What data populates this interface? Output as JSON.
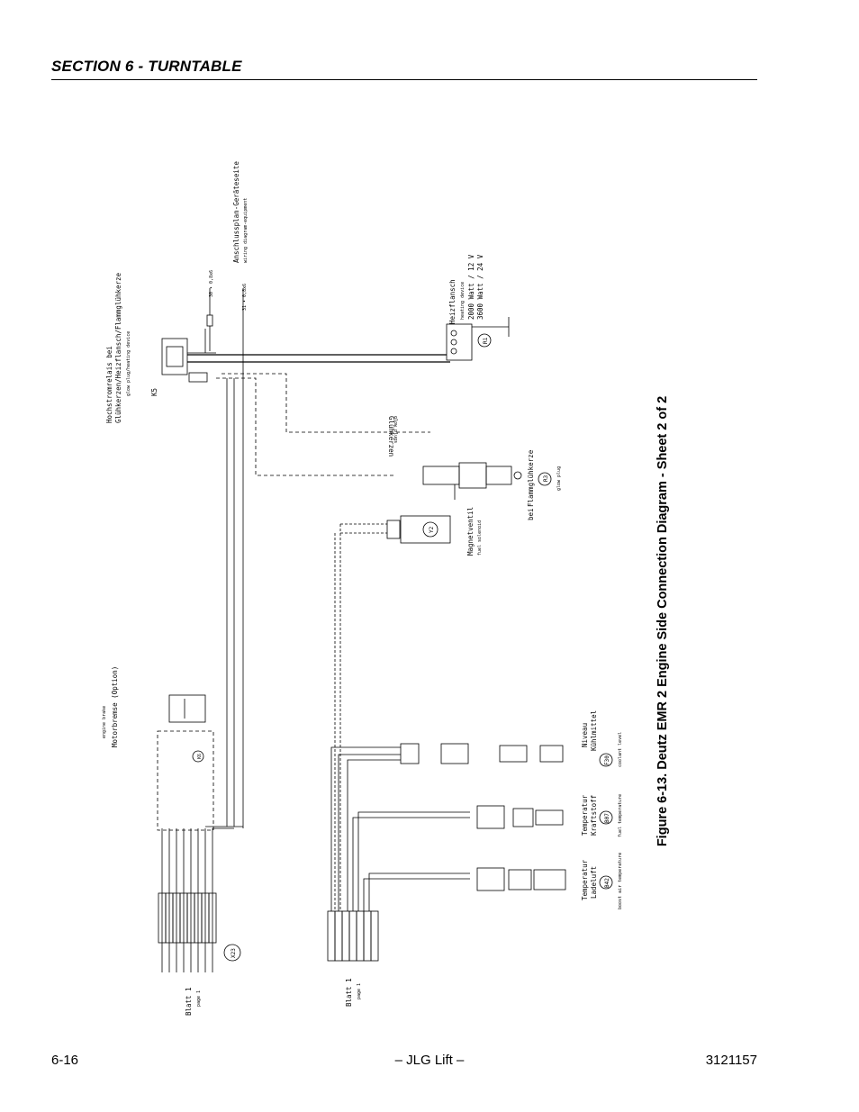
{
  "header": {
    "section_title": "SECTION 6 - TURNTABLE"
  },
  "figure": {
    "caption": "Figure 6-13.  Deutz EMR 2 Engine Side Connection Diagram - Sheet 2 of 2"
  },
  "footer": {
    "page_number": "6-16",
    "publisher": "– JLG Lift –",
    "doc_number": "3121157"
  },
  "diagram": {
    "relay": {
      "id": "K5",
      "title": "Hochstromrelais bei",
      "title2": "Glühkerzen/Heizflansch/Flammglühkerze",
      "subtitle": "glow plug/heating device"
    },
    "connector_plan": {
      "title": "Anschlussplan-Geräteseite",
      "subtitle": "wiring diagram-equipment",
      "tag1": "30 • 0,8x6",
      "tag2": "31 • 0,8x6"
    },
    "heating_flange": {
      "id": "R1",
      "title": "Heizflansch",
      "subtitle": "heating device",
      "spec1": "2000 Watt / 12 V",
      "spec2": "3600 Watt / 24 V"
    },
    "glow_plugs": {
      "title": "Glühkerzen",
      "subtitle": "glow plugs"
    },
    "flame_plug": {
      "id": "R3",
      "prefix": "bei",
      "title": "Flammglühkerze",
      "subtitle": "glow plug"
    },
    "solenoid": {
      "id": "Y2",
      "title": "Magnetventil",
      "subtitle": "fuel solenoid"
    },
    "engine_brake": {
      "id": "K6",
      "title": "Motorbremse (Option)",
      "subtitle": "engine brake"
    },
    "coolant_level": {
      "id": "F30",
      "title": "Niveau",
      "title2": "Kühlmittel",
      "subtitle": "coolant level"
    },
    "fuel_temp": {
      "id": "B07",
      "title": "Temperatur",
      "title2": "Kraftstoff",
      "subtitle": "fuel temperature"
    },
    "boost_temp": {
      "id": "B42",
      "title": "Temperatur",
      "title2": "Ladeluft",
      "subtitle": "boost air temperature"
    },
    "connector_x23": {
      "id": "X23"
    },
    "page_ref_1": {
      "title": "Blatt 1",
      "subtitle": "page 1"
    },
    "page_ref_2": {
      "title": "Blatt 1",
      "subtitle": "page 1"
    }
  }
}
